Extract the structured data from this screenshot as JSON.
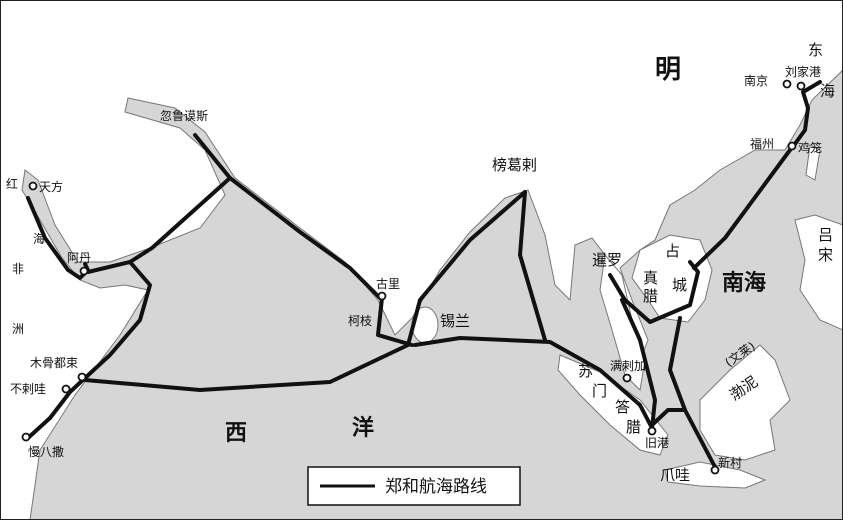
{
  "title": "郑和航海路线图",
  "legend": {
    "label": "郑和航海路线"
  },
  "regions": {
    "ming": "明",
    "east_sea_1": "东",
    "east_sea_2": "海",
    "red_sea_1": "红",
    "red_sea_2": "海",
    "africa_1": "非",
    "africa_2": "洲",
    "western_ocean_1": "西",
    "western_ocean_2": "洋",
    "south_sea": "南海",
    "luzon_1": "吕",
    "luzon_2": "宋",
    "brunei": "(文莱)",
    "boni": "渤泥",
    "zhenla_1": "真",
    "zhenla_2": "腊",
    "zhancheng_1": "占",
    "zhancheng_2": "城",
    "sumatra_1": "苏",
    "sumatra_2": "门",
    "sumatra_3": "答",
    "sumatra_4": "腊",
    "java": "爪哇",
    "xilan": "锡兰",
    "bengal": "榜葛剌",
    "siam": "暹罗"
  },
  "ports": {
    "nanjing": "南京",
    "liujiagang": "刘家港",
    "fuzhou": "福州",
    "jilong": "鸡笼",
    "hormuz": "忽鲁谟斯",
    "mecca": "天方",
    "aden": "阿丹",
    "calicut": "古里",
    "cochin": "柯枝",
    "malacca": "满剌加",
    "palembang": "旧港",
    "xincun": "新村",
    "mogadishu": "木骨都束",
    "brava": "不剌哇",
    "mombasa": "慢八撒"
  },
  "colors": {
    "sea": "#d6d6d6",
    "land": "#ffffff",
    "route": "#111111"
  }
}
